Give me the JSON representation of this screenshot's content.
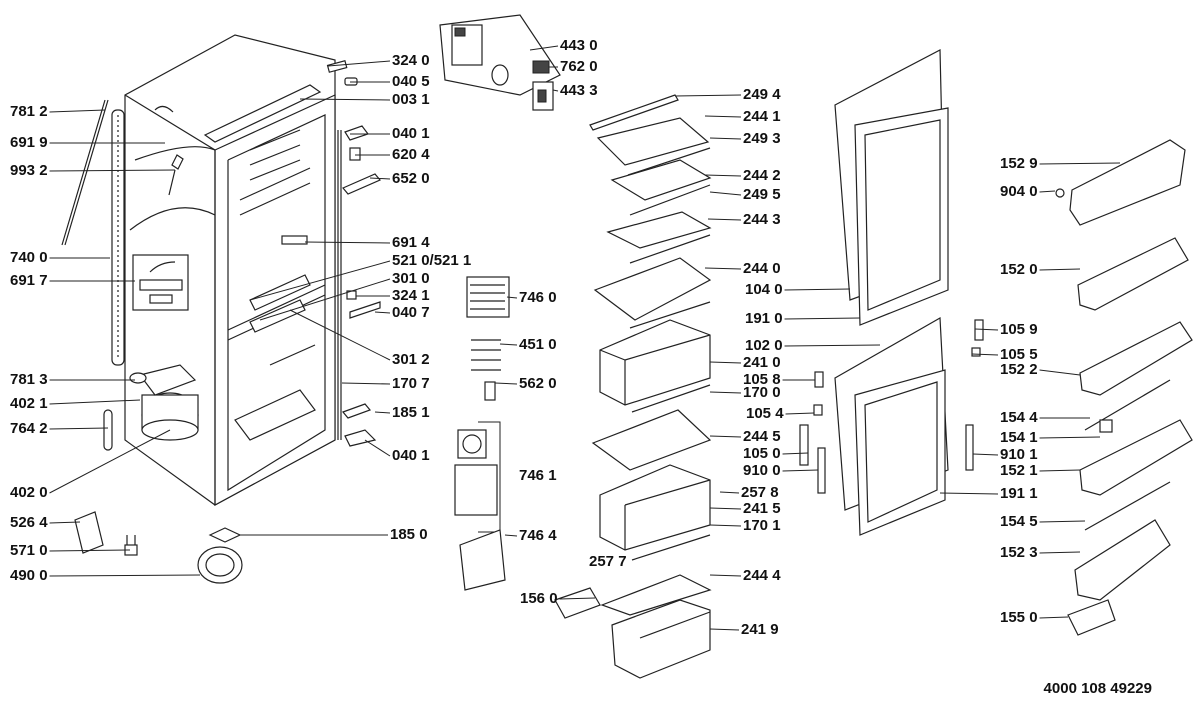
{
  "diagram": {
    "type": "exploded-parts-diagram",
    "subject": "refrigerator-freezer",
    "reference_number": "4000 108 49229",
    "labels": [
      {
        "id": "781-2",
        "text": "781 2"
      },
      {
        "id": "691-9",
        "text": "691 9"
      },
      {
        "id": "993-2",
        "text": "993 2"
      },
      {
        "id": "740-0",
        "text": "740 0"
      },
      {
        "id": "691-7",
        "text": "691 7"
      },
      {
        "id": "781-3",
        "text": "781 3"
      },
      {
        "id": "402-1",
        "text": "402 1"
      },
      {
        "id": "764-2",
        "text": "764 2"
      },
      {
        "id": "402-0",
        "text": "402 0"
      },
      {
        "id": "526-4",
        "text": "526 4"
      },
      {
        "id": "571-0",
        "text": "571 0"
      },
      {
        "id": "490-0",
        "text": "490 0"
      },
      {
        "id": "324-0",
        "text": "324 0"
      },
      {
        "id": "040-5",
        "text": "040 5"
      },
      {
        "id": "003-1",
        "text": "003 1"
      },
      {
        "id": "040-1a",
        "text": "040 1"
      },
      {
        "id": "620-4",
        "text": "620 4"
      },
      {
        "id": "652-0",
        "text": "652 0"
      },
      {
        "id": "691-4",
        "text": "691 4"
      },
      {
        "id": "521-0",
        "text": "521 0/521 1"
      },
      {
        "id": "301-0",
        "text": "301 0"
      },
      {
        "id": "324-1",
        "text": "324 1"
      },
      {
        "id": "040-7",
        "text": "040 7"
      },
      {
        "id": "301-2",
        "text": "301 2"
      },
      {
        "id": "170-7",
        "text": "170 7"
      },
      {
        "id": "185-1",
        "text": "185 1"
      },
      {
        "id": "040-1b",
        "text": "040 1"
      },
      {
        "id": "185-0",
        "text": "185 0"
      },
      {
        "id": "443-0",
        "text": "443 0"
      },
      {
        "id": "762-0",
        "text": "762 0"
      },
      {
        "id": "443-3",
        "text": "443 3"
      },
      {
        "id": "746-0",
        "text": "746 0"
      },
      {
        "id": "451-0",
        "text": "451 0"
      },
      {
        "id": "562-0",
        "text": "562 0"
      },
      {
        "id": "746-1",
        "text": "746 1"
      },
      {
        "id": "746-4",
        "text": "746 4"
      },
      {
        "id": "249-4",
        "text": "249 4"
      },
      {
        "id": "244-1",
        "text": "244 1"
      },
      {
        "id": "249-3",
        "text": "249 3"
      },
      {
        "id": "244-2",
        "text": "244 2"
      },
      {
        "id": "249-5",
        "text": "249 5"
      },
      {
        "id": "244-3",
        "text": "244 3"
      },
      {
        "id": "244-0",
        "text": "244 0"
      },
      {
        "id": "241-0",
        "text": "241 0"
      },
      {
        "id": "170-0",
        "text": "170 0"
      },
      {
        "id": "244-5",
        "text": "244 5"
      },
      {
        "id": "257-8",
        "text": "257 8"
      },
      {
        "id": "241-5",
        "text": "241 5"
      },
      {
        "id": "170-1",
        "text": "170 1"
      },
      {
        "id": "257-7",
        "text": "257 7"
      },
      {
        "id": "244-4",
        "text": "244 4"
      },
      {
        "id": "156-0",
        "text": "156 0"
      },
      {
        "id": "241-9",
        "text": "241 9"
      },
      {
        "id": "104-0",
        "text": "104 0"
      },
      {
        "id": "191-0",
        "text": "191 0"
      },
      {
        "id": "102-0",
        "text": "102 0"
      },
      {
        "id": "105-8",
        "text": "105 8"
      },
      {
        "id": "105-4",
        "text": "105 4"
      },
      {
        "id": "105-0",
        "text": "105 0"
      },
      {
        "id": "910-0",
        "text": "910 0"
      },
      {
        "id": "152-9",
        "text": "152 9"
      },
      {
        "id": "904-0",
        "text": "904 0"
      },
      {
        "id": "152-0",
        "text": "152 0"
      },
      {
        "id": "105-9",
        "text": "105 9"
      },
      {
        "id": "105-5",
        "text": "105 5"
      },
      {
        "id": "152-2",
        "text": "152 2"
      },
      {
        "id": "154-4",
        "text": "154 4"
      },
      {
        "id": "154-1",
        "text": "154 1"
      },
      {
        "id": "910-1",
        "text": "910 1"
      },
      {
        "id": "152-1",
        "text": "152 1"
      },
      {
        "id": "191-1",
        "text": "191 1"
      },
      {
        "id": "154-5",
        "text": "154 5"
      },
      {
        "id": "152-3",
        "text": "152 3"
      },
      {
        "id": "155-0",
        "text": "155 0"
      }
    ]
  }
}
